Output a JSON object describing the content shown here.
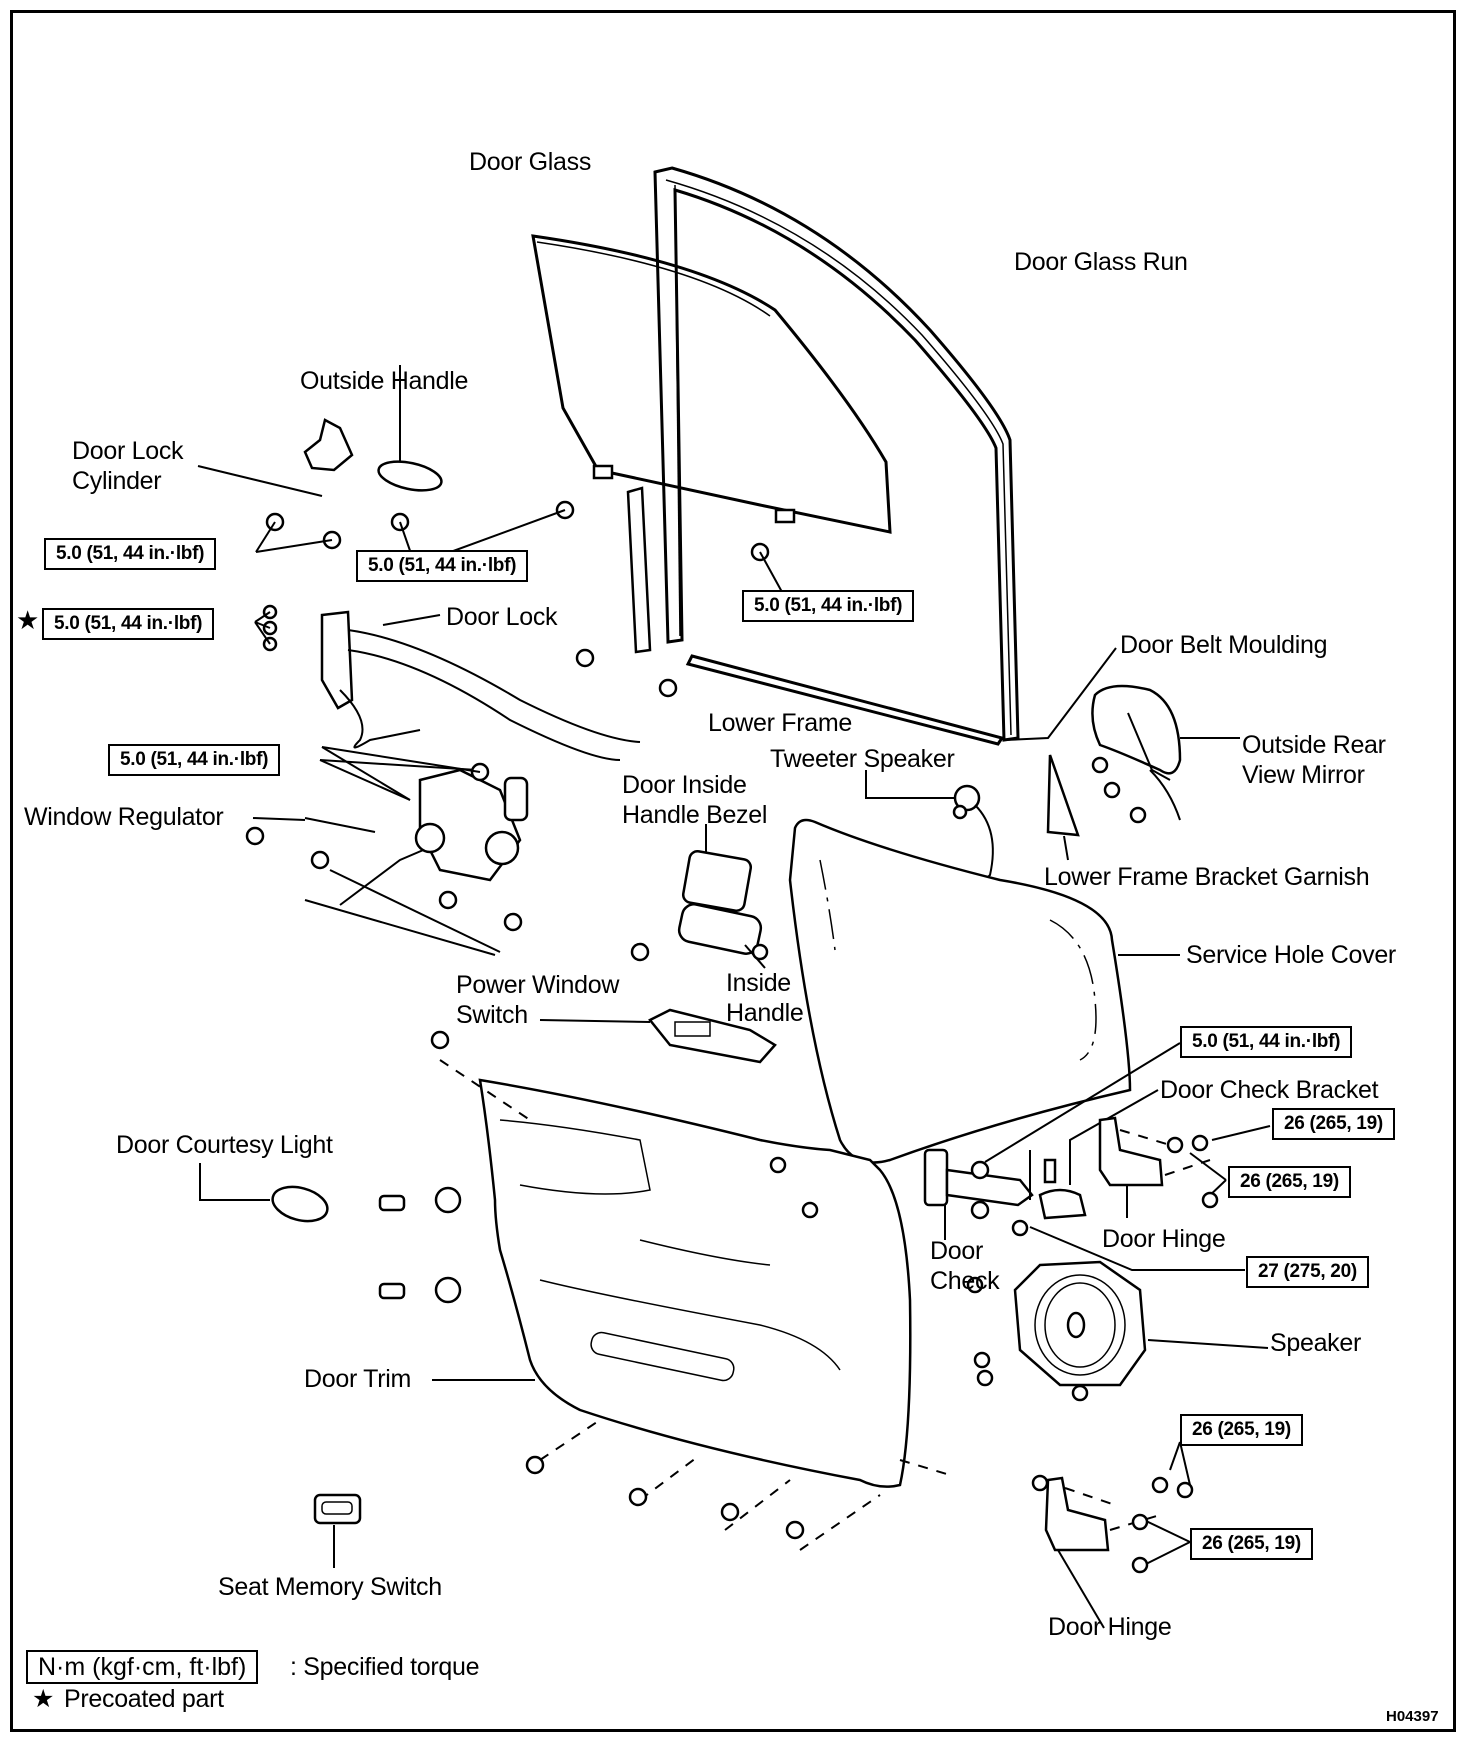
{
  "diagram": {
    "title": "Front Door Components",
    "figure_code": "H04397",
    "labels": {
      "door_glass": "Door Glass",
      "door_glass_run": "Door Glass Run",
      "outside_handle": "Outside Handle",
      "door_lock_cylinder": "Door Lock Cylinder",
      "door_lock": "Door Lock",
      "door_belt_moulding": "Door Belt Moulding",
      "lower_frame": "Lower Frame",
      "outside_rear_view_mirror": "Outside Rear View Mirror",
      "tweeter_speaker": "Tweeter Speaker",
      "window_regulator": "Window Regulator",
      "door_inside_handle_bezel": "Door Inside Handle Bezel",
      "lower_frame_bracket_garnish": "Lower Frame Bracket Garnish",
      "service_hole_cover": "Service Hole Cover",
      "power_window_switch": "Power Window Switch",
      "inside_handle": "Inside Handle",
      "door_check_bracket": "Door Check Bracket",
      "door_courtesy_light": "Door Courtesy Light",
      "door_check": "Door Check",
      "door_hinge_upper": "Door Hinge",
      "speaker": "Speaker",
      "door_trim": "Door Trim",
      "seat_memory_switch": "Seat Memory Switch",
      "door_hinge_lower": "Door Hinge"
    },
    "torque_specs": [
      {
        "id": "lock-cylinder",
        "value": "5.0 (51, 44 in.·lbf)"
      },
      {
        "id": "outside-handle",
        "value": "5.0 (51, 44 in.·lbf)"
      },
      {
        "id": "door-glass",
        "value": "5.0 (51, 44 in.·lbf)"
      },
      {
        "id": "door-lock",
        "value": "5.0 (51, 44 in.·lbf)",
        "precoated": true
      },
      {
        "id": "window-regulator",
        "value": "5.0 (51, 44 in.·lbf)"
      },
      {
        "id": "door-check",
        "value": "5.0 (51, 44 in.·lbf)"
      },
      {
        "id": "upper-hinge-body",
        "value": "26 (265, 19)"
      },
      {
        "id": "upper-hinge-door",
        "value": "26 (265, 19)"
      },
      {
        "id": "check-bracket",
        "value": "27 (275, 20)"
      },
      {
        "id": "lower-hinge-body",
        "value": "26 (265, 19)"
      },
      {
        "id": "lower-hinge-door",
        "value": "26 (265, 19)"
      }
    ],
    "legend": {
      "torque_unit": "N·m (kgf·cm, ft·lbf)",
      "torque_desc": ": Specified torque",
      "star": "★",
      "precoated": "Precoated part"
    }
  }
}
